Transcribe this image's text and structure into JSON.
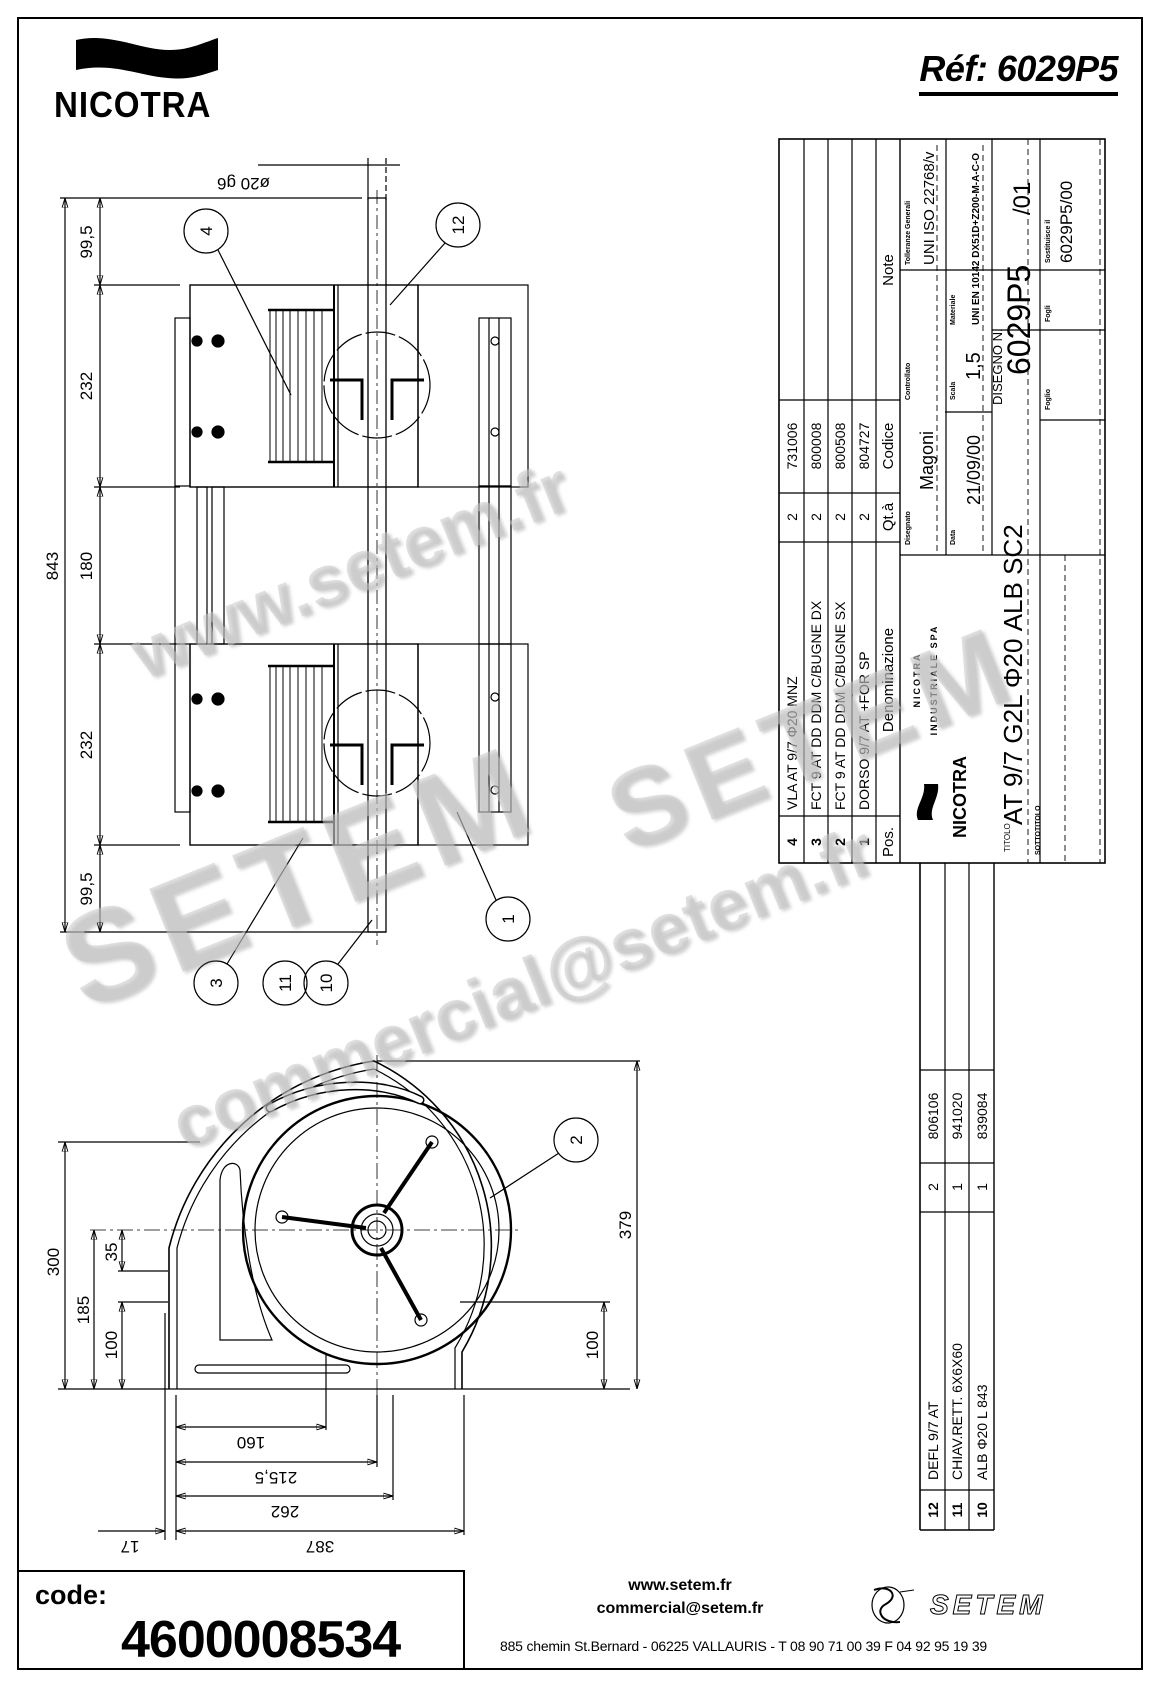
{
  "header": {
    "brand": "NICOTRA",
    "reference": "Réf: 6029P5"
  },
  "top_view": {
    "shaft_dim": "ø20 g6",
    "dims_left": [
      "99,5",
      "232",
      "180",
      "232",
      "99,5"
    ],
    "overall_length": "843",
    "balloons": [
      "4",
      "12",
      "1",
      "3",
      "11",
      "10"
    ]
  },
  "side_view": {
    "balloon": "2",
    "dims_vertical_left": [
      "300",
      "185",
      "35",
      "100"
    ],
    "dims_vertical_right": [
      "379",
      "100"
    ],
    "dims_horizontal": [
      "160",
      "215,5",
      "262",
      "387",
      "17"
    ]
  },
  "parts_list": {
    "headers": {
      "pos": "Pos.",
      "denominazione": "Denominazione",
      "qty": "Qt.à",
      "codice": "Codice",
      "note": "Note"
    },
    "rows": [
      {
        "pos": "4",
        "name": "VLA AT 9/7 Φ20 MNZ",
        "qty": "2",
        "code": "731006"
      },
      {
        "pos": "3",
        "name": "FCT 9 AT DD DDM C/BUGNE DX",
        "qty": "2",
        "code": "800008"
      },
      {
        "pos": "2",
        "name": "FCT 9 AT DD DDM C/BUGNE SX",
        "qty": "2",
        "code": "800508"
      },
      {
        "pos": "1",
        "name": "DORSO 9/7 AT +FOR SP",
        "qty": "2",
        "code": "804727"
      }
    ],
    "rows_extra": [
      {
        "pos": "12",
        "name": "DEFL 9/7 AT",
        "qty": "2",
        "code": "806106"
      },
      {
        "pos": "11",
        "name": "CHIAV.RETT. 6X6X60",
        "qty": "1",
        "code": "941020"
      },
      {
        "pos": "10",
        "name": "ALB Φ20 L 843",
        "qty": "1",
        "code": "839084"
      }
    ]
  },
  "title_block": {
    "company_line1": "NICOTRA",
    "company_line2": "INDUSTRIALE SPA",
    "logo_word": "NICOTRA",
    "disegnato_label": "Disegnato",
    "disegnato": "Magoni",
    "data_label": "Data",
    "data": "21/09/00",
    "controllato_label": "Controllato",
    "scala_label": "Scala",
    "scala": "1,5",
    "tolleranze_label": "Tolleranze Generali",
    "tolleranze": "UNI ISO 22768/v",
    "materiale_label": "Materiale",
    "materiale": "UNI EN 10142 DX51D+Z200-M-A-C-O",
    "disegno_label": "DISEGNO N.",
    "disegno": "6029P5",
    "revision": "/01",
    "foglio_label": "Foglio",
    "fogli_label": "Fogli",
    "sostituisce_label": "Sostituisce il",
    "sostituisce": "6029P5/00",
    "titolo_label": "TITOLO",
    "titolo": "AT 9/7 G2L Φ20 ALB SC2",
    "sottotitolo_label": "SOTTOTITOLO"
  },
  "footer": {
    "code_label": "code:",
    "code_value": "4600008534",
    "website": "www.setem.fr",
    "email": "commercial@setem.fr",
    "address": "885 chemin St.Bernard  -  06225 VALLAURIS  -  T 08 90 71 00 39   F 04 92 95 19 39",
    "setem_brand": "SETEM"
  },
  "watermarks": {
    "www": "www.setem.fr",
    "setem": "SETEM",
    "email": "commercial@setem.fr"
  }
}
